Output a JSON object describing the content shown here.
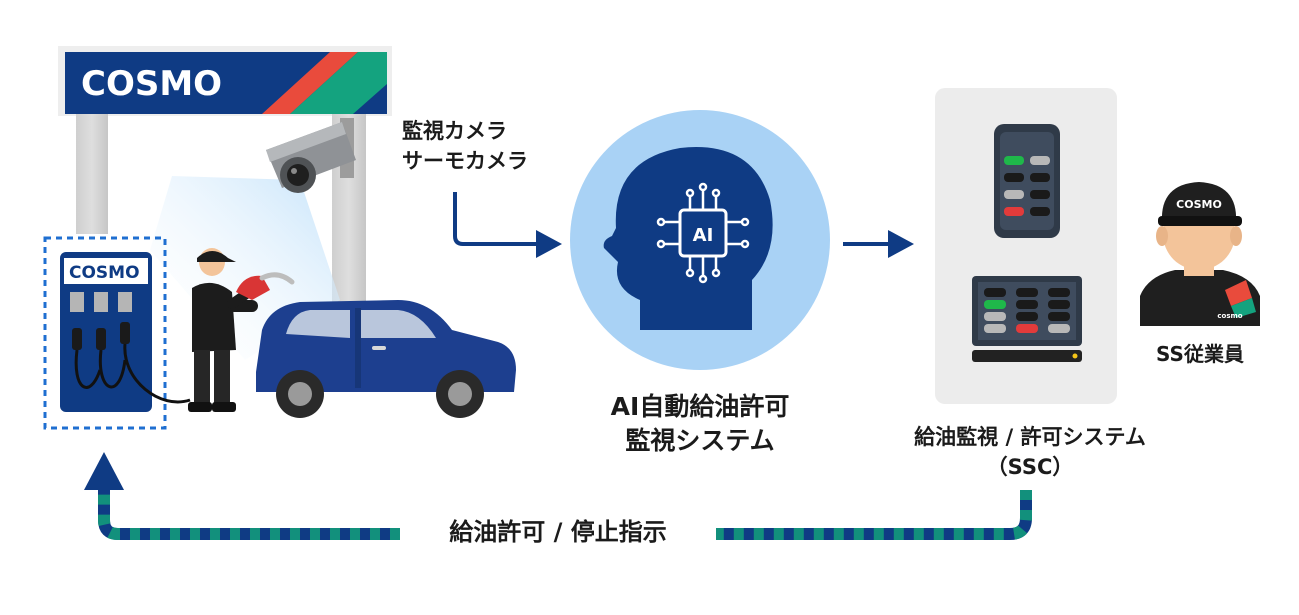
{
  "canopy": {
    "brand": "COSMO"
  },
  "pump": {
    "brand": "COSMO"
  },
  "camera_label": {
    "line1": "監視カメラ",
    "line2": "サーモカメラ"
  },
  "ai_system": {
    "chip_text": "AI",
    "title_line1": "AI自動給油許可",
    "title_line2": "監視システム"
  },
  "ssc": {
    "line1": "給油監視 / 許可システム",
    "line2": "（SSC）"
  },
  "staff": {
    "cap_brand": "COSMO",
    "shirt_brand": "cosmo",
    "label": "SS従業員"
  },
  "feedback": {
    "label": "給油許可 / 停止指示"
  },
  "colors": {
    "navy": "#0f3b84",
    "teal": "#12907c",
    "cosmo_red": "#e94b3c",
    "cosmo_green": "#14a37f",
    "ai_circle": "#a9d2f5",
    "car_blue": "#1d3f8f",
    "panel_gray": "#ececec"
  },
  "icons": [
    "security-camera-icon",
    "ai-head-icon",
    "smartphone-icon",
    "monitor-icon",
    "fuel-nozzle-icon"
  ]
}
